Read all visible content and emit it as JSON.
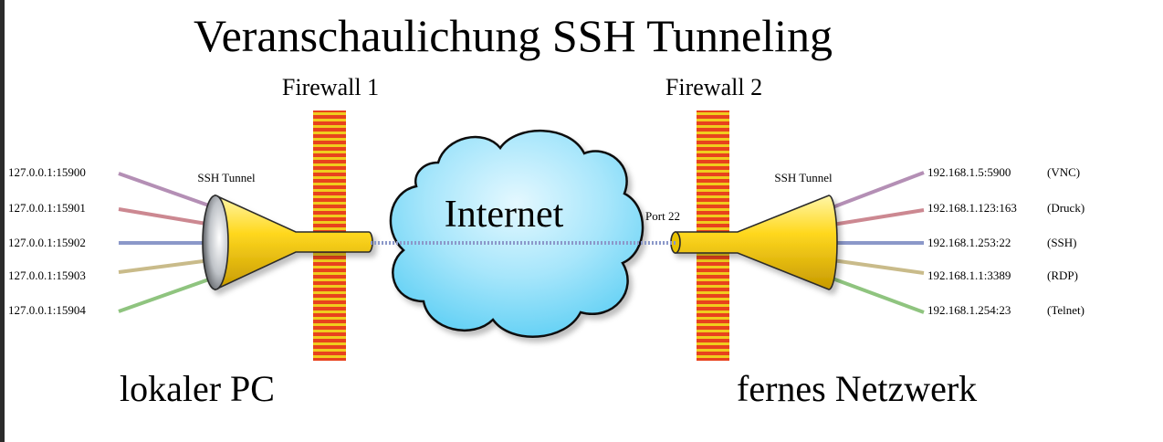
{
  "title": "Veranschaulichung SSH Tunneling",
  "firewalls": [
    {
      "label": "Firewall 1"
    },
    {
      "label": "Firewall 2"
    }
  ],
  "internet_label": "Internet",
  "port_label": "Port 22",
  "tunnel_label_left": "SSH Tunnel",
  "tunnel_label_right": "SSH Tunnel",
  "local_label": "lokaler PC",
  "remote_label": "fernes Netzwerk",
  "local_ports": [
    "127.0.0.1:15900",
    "127.0.0.1:15901",
    "127.0.0.1:15902",
    "127.0.0.1:15903",
    "127.0.0.1:15904"
  ],
  "remote_endpoints": [
    {
      "address": "192.168.1.5:5900",
      "service": "(VNC)"
    },
    {
      "address": "192.168.1.123:163",
      "service": "(Druck)"
    },
    {
      "address": "192.168.1.253:22",
      "service": "(SSH)"
    },
    {
      "address": "192.168.1.1:3389",
      "service": "(RDP)"
    },
    {
      "address": "192.168.1.254:23",
      "service": "(Telnet)"
    }
  ],
  "colors": {
    "channel_1": "#b48fb5",
    "channel_2": "#cc8891",
    "channel_3": "#8b98c9",
    "channel_4": "#c9bb8a",
    "channel_5": "#8fc47f",
    "firewall_stripe": "#f0cd1e",
    "firewall_brick": "#e8421d",
    "tunnel_yellow": "#ffd81f",
    "cloud_fill": "#8fdcf7"
  }
}
